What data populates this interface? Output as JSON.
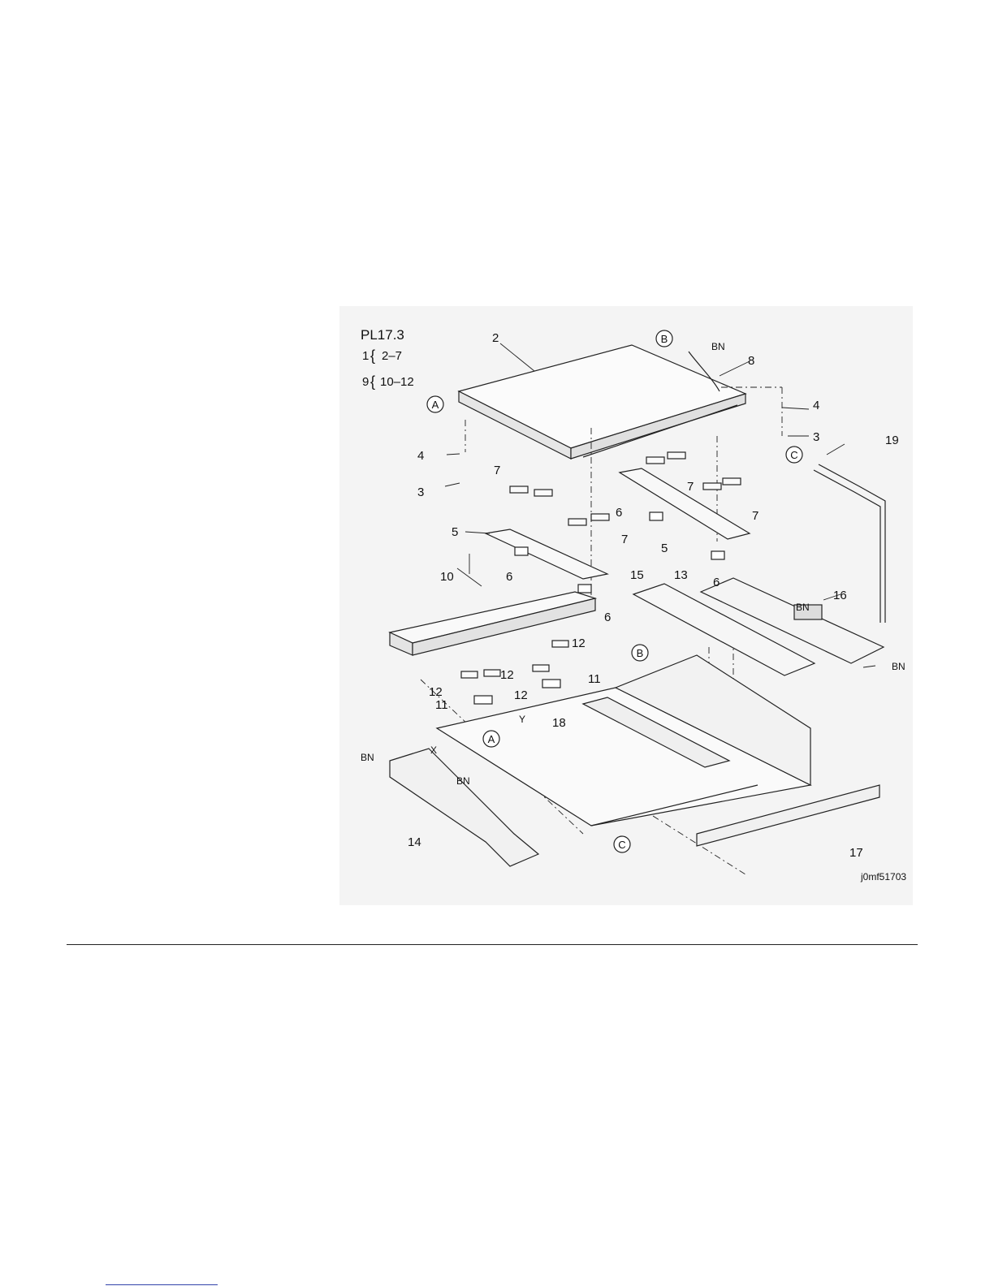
{
  "figure": {
    "plate_id": "PL17.3",
    "groups": [
      {
        "parent": "1",
        "range": "2–7"
      },
      {
        "parent": "9",
        "range": "10–12"
      }
    ],
    "image_code": "j0mf51703",
    "callouts": [
      "2",
      "4",
      "3",
      "4",
      "3",
      "7",
      "7",
      "7",
      "7",
      "6",
      "5",
      "5",
      "6",
      "6",
      "6",
      "8",
      "19",
      "10",
      "12",
      "12",
      "12",
      "12",
      "11",
      "11",
      "13",
      "15",
      "16",
      "18",
      "14",
      "17"
    ],
    "ref_circles": [
      "A",
      "B",
      "C",
      "A",
      "B",
      "C"
    ],
    "tags": [
      "BN",
      "BN",
      "BN",
      "BN",
      "BN",
      "X",
      "Y"
    ]
  }
}
